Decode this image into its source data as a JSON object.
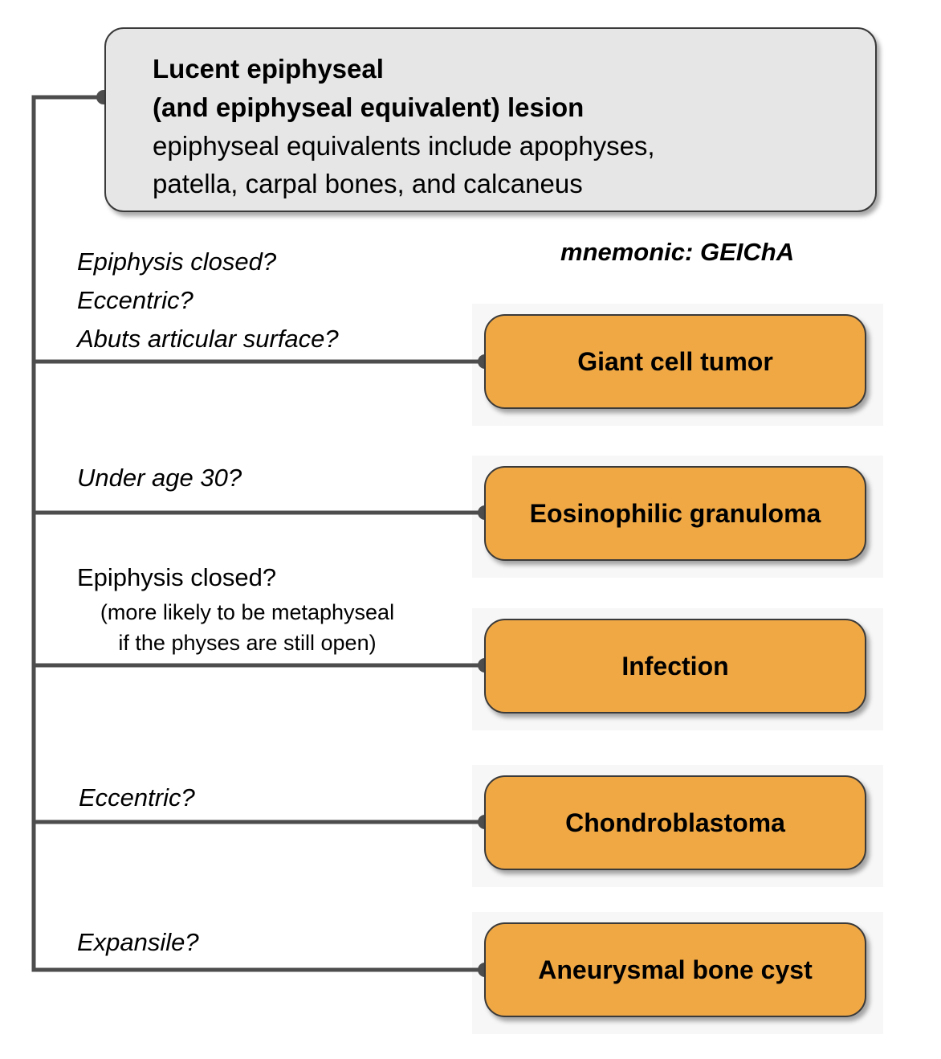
{
  "header": {
    "title_line1": "Lucent epiphyseal",
    "title_line2": "(and epiphyseal equivalent) lesion",
    "subtitle_line1": "epiphyseal equivalents include apophyses,",
    "subtitle_line2": "patella, carpal bones, and calcaneus"
  },
  "mnemonic": "mnemonic: GEIChA",
  "branches": [
    {
      "questions": [
        "Epiphysis closed?",
        "Eccentric?",
        "Abuts articular surface?"
      ],
      "diagnosis": "Giant cell tumor"
    },
    {
      "questions": [
        "Under age 30?"
      ],
      "diagnosis": "Eosinophilic granuloma"
    },
    {
      "question": "Epiphysis closed?",
      "note_line1": "(more likely to be metaphyseal",
      "note_line2": "if the physes are still open)",
      "diagnosis": "Infection"
    },
    {
      "questions": [
        "Eccentric?"
      ],
      "diagnosis": "Chondroblastoma"
    },
    {
      "questions": [
        "Expansile?"
      ],
      "diagnosis": "Aneurysmal bone cyst"
    }
  ],
  "colors": {
    "header_fill": "#e6e6e7",
    "diagnosis_fill": "#f0a845",
    "connector": "#4d4d4d"
  }
}
